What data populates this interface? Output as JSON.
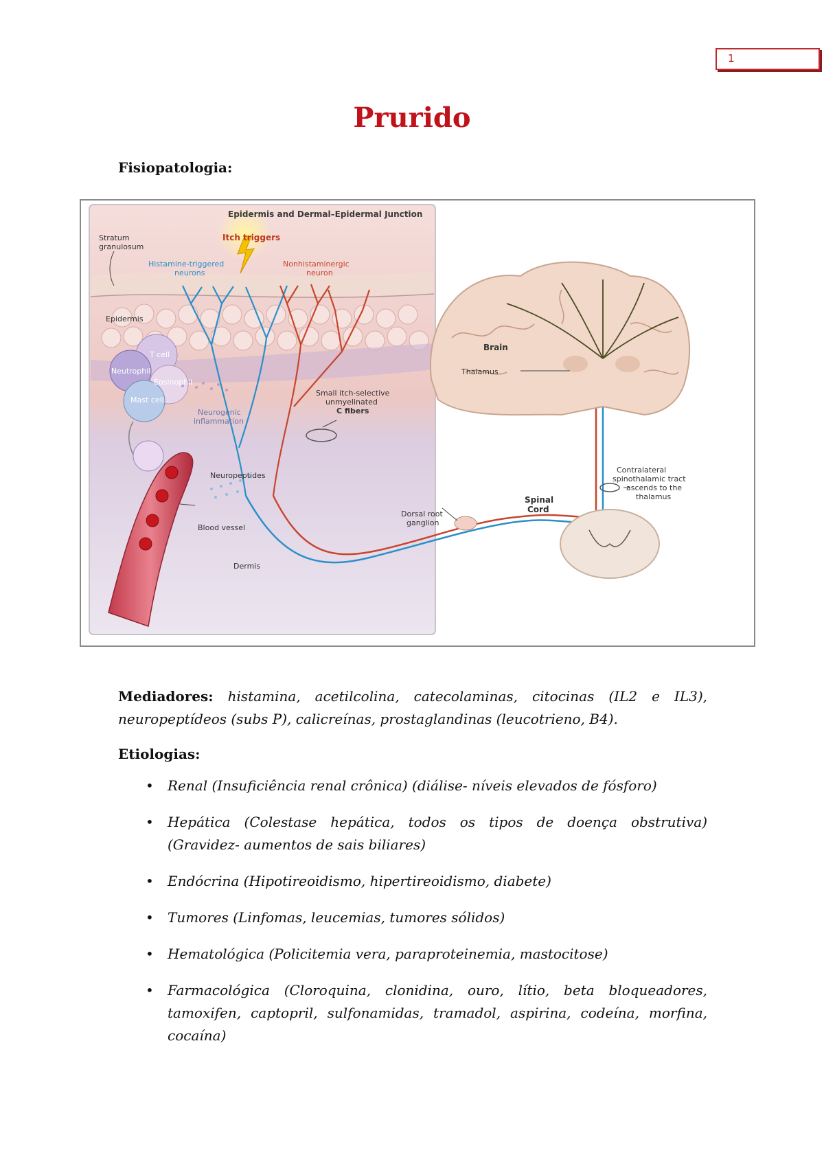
{
  "header": {
    "page_number": "1"
  },
  "title": "Prurido",
  "physiopathology": {
    "heading": "Fisiopatologia:",
    "figure": {
      "panel_title": "Epidermis and Dermal–Epidermal Junction",
      "labels": {
        "stratum_granulosum_1": "Stratum",
        "stratum_granulosum_2": "granulosum",
        "itch_triggers": "Itch triggers",
        "histamine_1": "Histamine-triggered",
        "histamine_2": "neurons",
        "nonhistamine_1": "Nonhistaminergic",
        "nonhistamine_2": "neuron",
        "epidermis": "Epidermis",
        "t_cell": "T cell",
        "neutrophil": "Neutrophil",
        "eosinophil": "Eosinophil",
        "mast_cell": "Mast cell",
        "neurogenic_1": "Neurogenic",
        "neurogenic_2": "inflammation",
        "c_fibers_1": "Small itch-selective",
        "c_fibers_2": "unmyelinated",
        "c_fibers_3": "C fibers",
        "neuropeptides": "Neuropeptides",
        "blood_vessel": "Blood vessel",
        "dermis": "Dermis",
        "brain": "Brain",
        "thalamus": "Thalamus",
        "spinal_1": "Spinal",
        "spinal_2": "Cord",
        "drg_1": "Dorsal root",
        "drg_2": "ganglion",
        "tract_1": "Contralateral",
        "tract_2": "spinothalamic tract",
        "tract_3": "ascends to the",
        "tract_4": "thalamus"
      }
    }
  },
  "mediators": {
    "label": "Mediadores:",
    "text": "histamina, acetilcolina, catecolaminas, citocinas (IL2 e IL3), neuropeptídeos (subs P), calicreínas, prostaglandinas (leucotrieno, B4)."
  },
  "etiologies": {
    "heading": "Etiologias:",
    "bullet": "•",
    "items": [
      "Renal (Insuficiência renal crônica) (diálise- níveis elevados de fósforo)",
      "Hepática (Colestase hepática, todos os tipos de doença obstrutiva) (Gravidez- aumentos de sais biliares)",
      "Endócrina (Hipotireoidismo, hipertireoidismo, diabete)",
      "Tumores (Linfomas, leucemias, tumores sólidos)",
      "Hematológica (Policitemia vera, paraproteinemia, mastocitose)",
      "Farmacológica (Cloroquina, clonidina, ouro, lítio, beta bloqueadores, tamoxifen, captopril, sulfonamidas, tramadol, aspirina, codeína, morfina, cocaína)"
    ]
  },
  "colors": {
    "title_red": "#c0121a",
    "badge_border": "#c0282d",
    "nerve_blue": "#2a8fc9",
    "nerve_red": "#c8452c",
    "skin_pink": "#f1d2cf"
  }
}
